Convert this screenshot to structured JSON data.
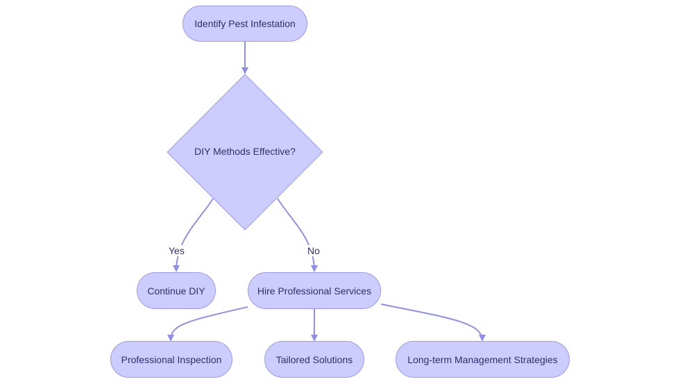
{
  "nodes": {
    "identify": "Identify Pest Infestation",
    "diy_check": "DIY Methods Effective?",
    "continue_diy": "Continue DIY",
    "hire_pro": "Hire Professional Services",
    "inspection": "Professional Inspection",
    "tailored": "Tailored Solutions",
    "long_term": "Long-term Management Strategies"
  },
  "edges": {
    "yes": "Yes",
    "no": "No"
  },
  "colors": {
    "node_fill": "#ccccff",
    "node_stroke": "#9a9ae8",
    "edge": "#8f8fe8",
    "text": "#2e2f6b"
  }
}
